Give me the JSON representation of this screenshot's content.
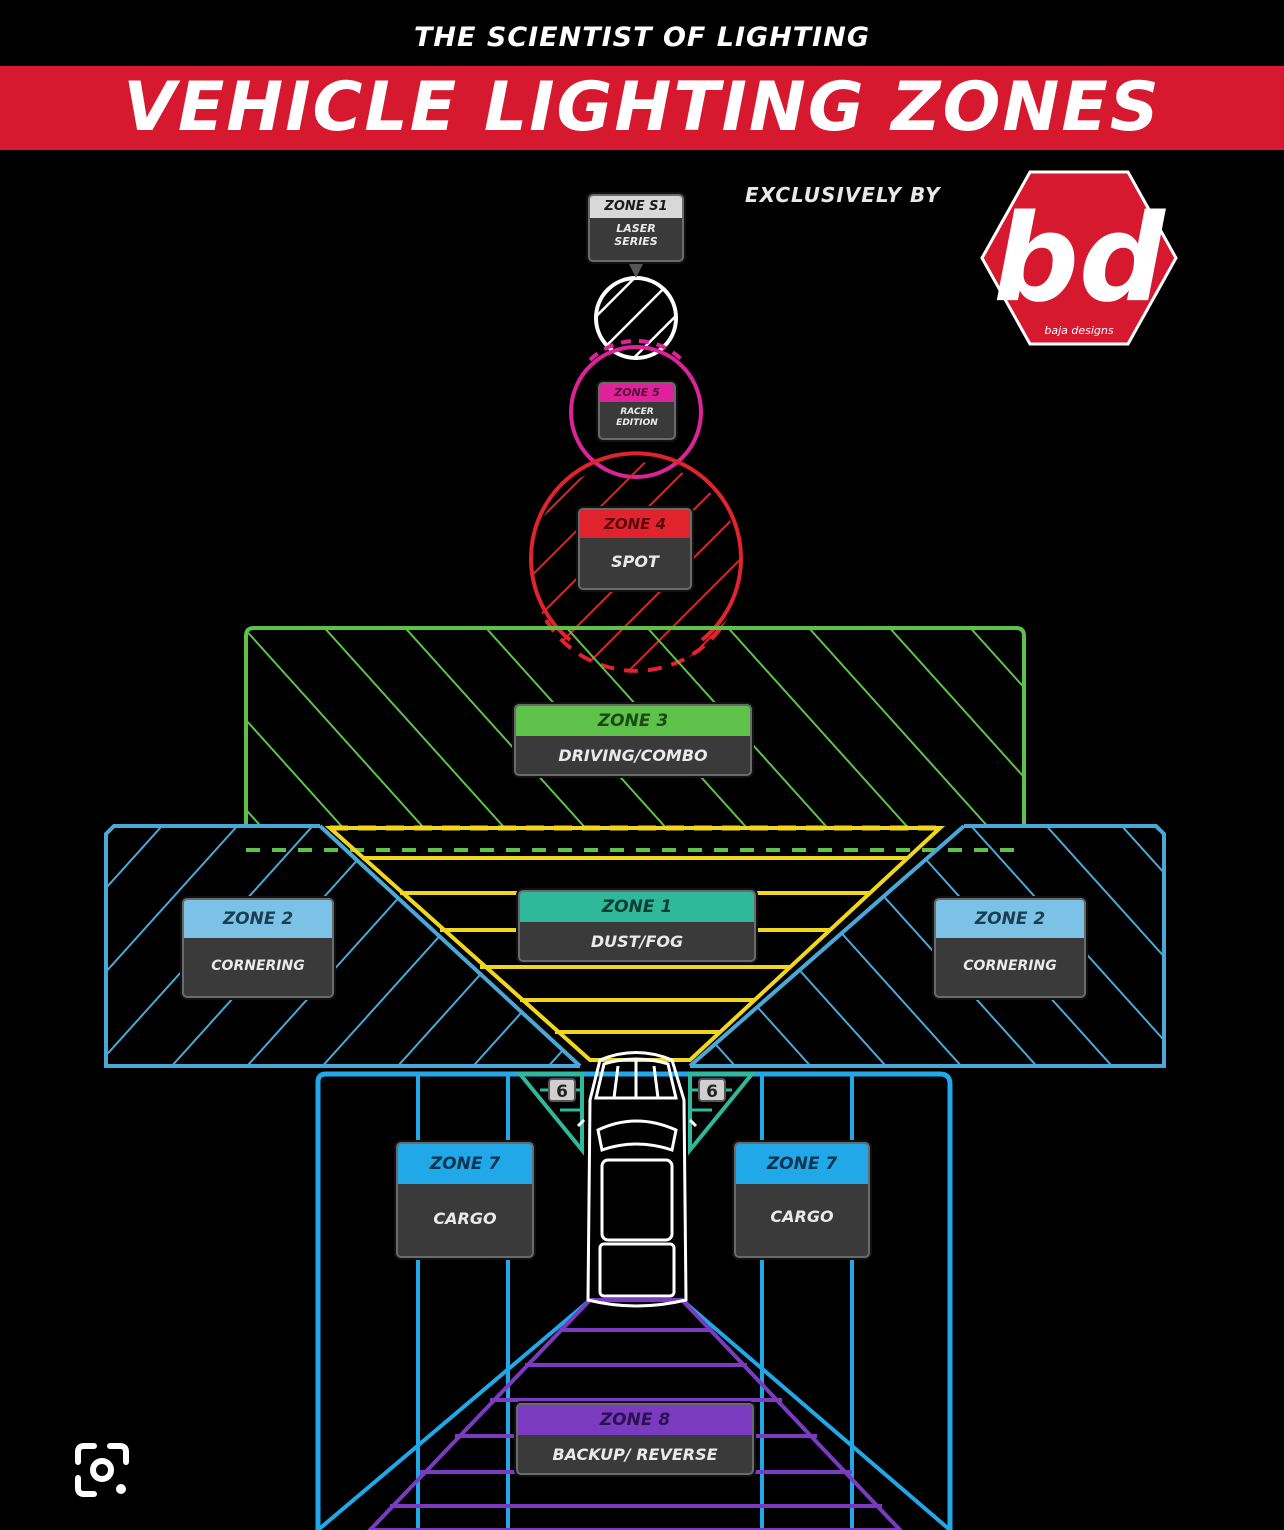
{
  "header": {
    "tagline": "THE SCIENTIST OF LIGHTING",
    "title": "VEHICLE LIGHTING ZONES",
    "exclusive": "EXCLUSIVELY BY",
    "brand_logo_text": "bd",
    "brand_name": "baja designs"
  },
  "colors": {
    "banner": "#d6192f",
    "zone_s1": "#ffffff",
    "zone_5": "#e0229a",
    "zone_4": "#e0232c",
    "zone_3": "#5dc14a",
    "zone_2": "#4aa8d8",
    "zone_1": "#f0d61e",
    "zone_6": "#2fb89a",
    "zone_7": "#20a8e8",
    "zone_8": "#7a3bc0"
  },
  "zones": {
    "s1": {
      "title": "ZONE S1",
      "desc": "LASER SERIES"
    },
    "z5": {
      "title": "ZONE 5",
      "desc": "RACER EDITION"
    },
    "z4": {
      "title": "ZONE 4",
      "desc": "SPOT"
    },
    "z3": {
      "title": "ZONE 3",
      "desc": "DRIVING/COMBO"
    },
    "z2_left": {
      "title": "ZONE 2",
      "desc": "CORNERING"
    },
    "z2_right": {
      "title": "ZONE 2",
      "desc": "CORNERING"
    },
    "z1": {
      "title": "ZONE 1",
      "desc": "DUST/FOG"
    },
    "z6_left": {
      "title": "6"
    },
    "z6_right": {
      "title": "6"
    },
    "z7_left": {
      "title": "ZONE 7",
      "desc": "CARGO"
    },
    "z7_right": {
      "title": "ZONE 7",
      "desc": "CARGO"
    },
    "z8": {
      "title": "ZONE 8",
      "desc": "BACKUP/ REVERSE"
    }
  },
  "overlay": {
    "icon": "lens-search-icon"
  }
}
